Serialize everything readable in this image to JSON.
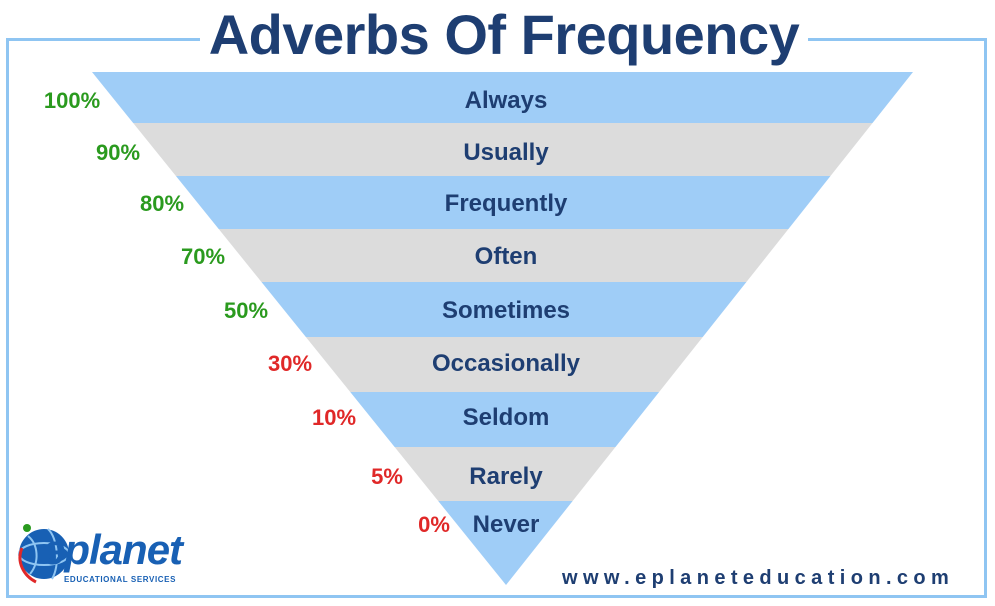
{
  "title": "Adverbs Of Frequency",
  "colors": {
    "title": "#1e3e72",
    "frame": "#8fc5f2",
    "band_blue": "#9fcdf7",
    "band_gray": "#dcdcdc",
    "label": "#1e3e72",
    "pct_high": "#2a9a1e",
    "pct_low": "#e02828",
    "logo": "#1860b4"
  },
  "levels": [
    {
      "adverb": "Always",
      "percent": "100%",
      "value": 100,
      "tone": "blue",
      "pct_color": "high"
    },
    {
      "adverb": "Usually",
      "percent": "90%",
      "value": 90,
      "tone": "gray",
      "pct_color": "high"
    },
    {
      "adverb": "Frequently",
      "percent": "80%",
      "value": 80,
      "tone": "blue",
      "pct_color": "high"
    },
    {
      "adverb": "Often",
      "percent": "70%",
      "value": 70,
      "tone": "gray",
      "pct_color": "high"
    },
    {
      "adverb": "Sometimes",
      "percent": "50%",
      "value": 50,
      "tone": "blue",
      "pct_color": "high"
    },
    {
      "adverb": "Occasionally",
      "percent": "30%",
      "value": 30,
      "tone": "gray",
      "pct_color": "low"
    },
    {
      "adverb": "Seldom",
      "percent": "10%",
      "value": 10,
      "tone": "blue",
      "pct_color": "low"
    },
    {
      "adverb": "Rarely",
      "percent": "5%",
      "value": 5,
      "tone": "gray",
      "pct_color": "low"
    },
    {
      "adverb": "Never",
      "percent": "0%",
      "value": 0,
      "tone": "blue",
      "pct_color": "low"
    }
  ],
  "logo": {
    "wordmark": "eplanet",
    "subtitle": "EDUCATIONAL SERVICES",
    "icon": "globe-icon"
  },
  "website": "www.eplaneteducation.com"
}
